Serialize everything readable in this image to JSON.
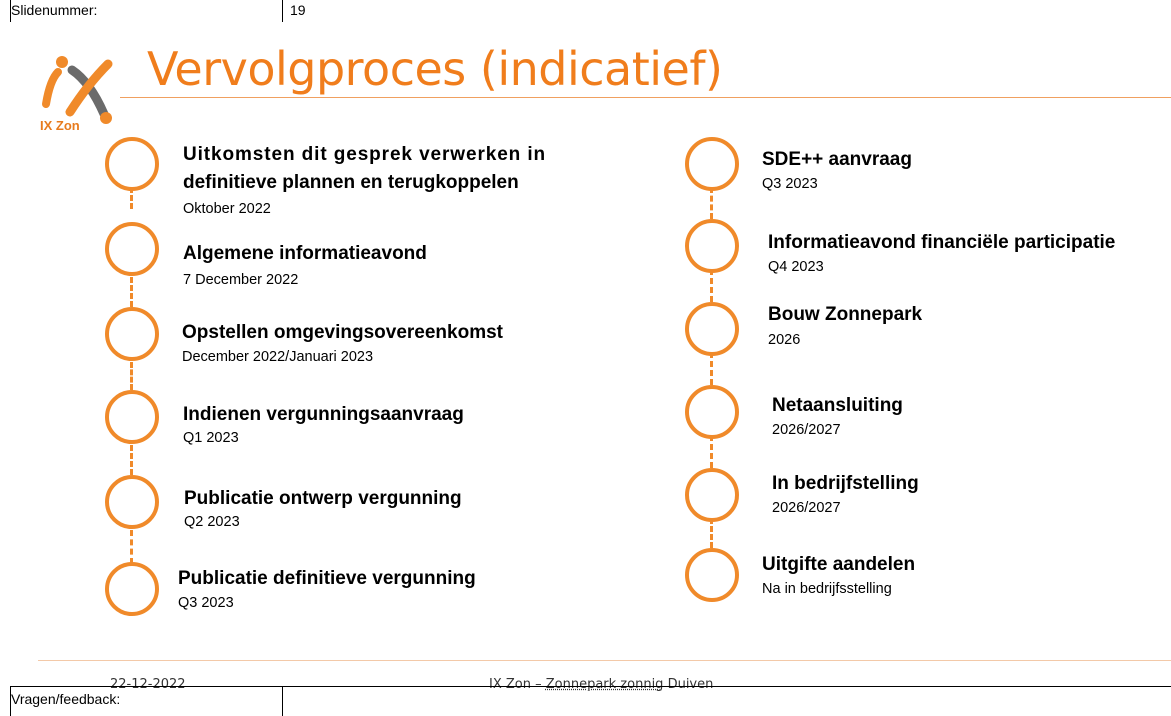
{
  "header": {
    "label": "Slidenummer:",
    "value": "19"
  },
  "logo": {
    "text": "IX Zon",
    "colors": {
      "orange": "#f08a2a",
      "grey": "#6b6b6b"
    }
  },
  "slide": {
    "title": "Vervolgproces (indicatief)",
    "left_steps": [
      {
        "title_line1": "Uitkomsten dit gesprek verwerken in",
        "title_line2": "definitieve plannen en terugkoppelen",
        "date": "Oktober 2022"
      },
      {
        "title": "Algemene informatieavond",
        "date": "7 December 2022"
      },
      {
        "title": "Opstellen omgevingsovereenkomst",
        "date": "December 2022/Januari 2023"
      },
      {
        "title": "Indienen vergunningsaanvraag",
        "date": "Q1 2023"
      },
      {
        "title": "Publicatie ontwerp vergunning",
        "date": "Q2 2023"
      },
      {
        "title": "Publicatie definitieve vergunning",
        "date": "Q3 2023"
      }
    ],
    "right_steps": [
      {
        "title": "SDE++ aanvraag",
        "date": "Q3 2023"
      },
      {
        "title": "Informatieavond financiële participatie",
        "date": "Q4 2023"
      },
      {
        "title": "Bouw Zonnepark",
        "date": "2026"
      },
      {
        "title": "Netaansluiting",
        "date": "2026/2027"
      },
      {
        "title": "In bedrijfstelling",
        "date": "2026/2027"
      },
      {
        "title": "Uitgifte aandelen",
        "date": "Na in bedrijfsstelling"
      }
    ],
    "footer": {
      "date": "22-12-2022",
      "text_before": "IX Zon – ",
      "text_underlined": "Zonnepark zonnig",
      "text_after": " Duiven"
    }
  },
  "bottom": {
    "label": "Vragen/feedback:"
  },
  "accent_color": "#f08a2a"
}
